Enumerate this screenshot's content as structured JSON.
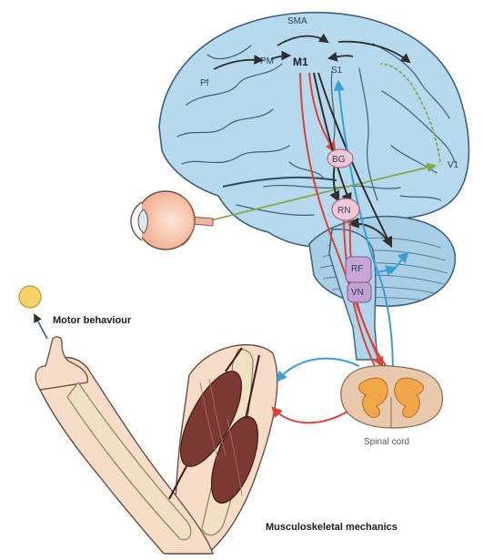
{
  "diagram": {
    "regions": {
      "sma": "SMA",
      "pm": "PM",
      "m1": "M1",
      "s1": "S1",
      "pf": "Pf",
      "v1": "V1",
      "bg": "BG",
      "rn": "RN",
      "rf": "RF",
      "vn": "VN"
    },
    "captions": {
      "motor_behaviour": "Motor behaviour",
      "musculoskeletal": "Musculoskeletal mechanics",
      "spinal_cord": "Spinal cord"
    },
    "colors": {
      "brain": "#b7d9ee",
      "brain_outline": "#3d5f7a",
      "descending_red": "#d9443a",
      "descending_dark": "#2f2f2f",
      "ascending_blue": "#3aa0d2",
      "visual_green": "#8aa64a",
      "spinal_grey": "#e9c9ad",
      "spinal_horn": "#f2a64a",
      "skin": "#f7dcc8",
      "muscle": "#7a3a33",
      "bone": "#efe1c2",
      "target": "#f6d36a"
    }
  }
}
